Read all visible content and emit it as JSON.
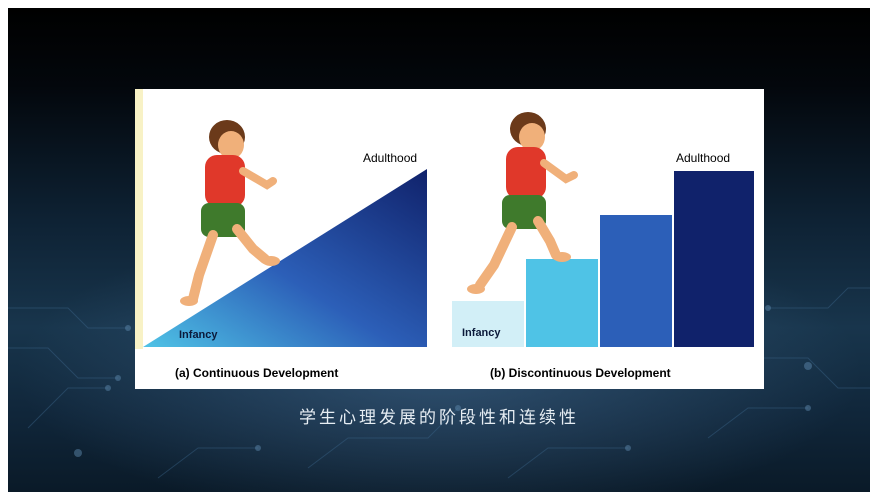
{
  "slide": {
    "subtitle": "学生心理发展的阶段性和连续性"
  },
  "figure": {
    "panel_a": {
      "top_label": "Adulthood",
      "bottom_label": "Infancy",
      "caption": "(a) Continuous Development"
    },
    "panel_b": {
      "top_label": "Adulthood",
      "bottom_label": "Infancy",
      "caption": "(b) Discontinuous Development"
    }
  },
  "colors": {
    "navy": "#10226b",
    "mid_blue": "#2c5fb8",
    "light_blue": "#4fc3e6",
    "shirt_red": "#e0382a",
    "shorts_green": "#3f7a2c",
    "skin": "#f0b07a",
    "hair": "#6b3a1a"
  }
}
